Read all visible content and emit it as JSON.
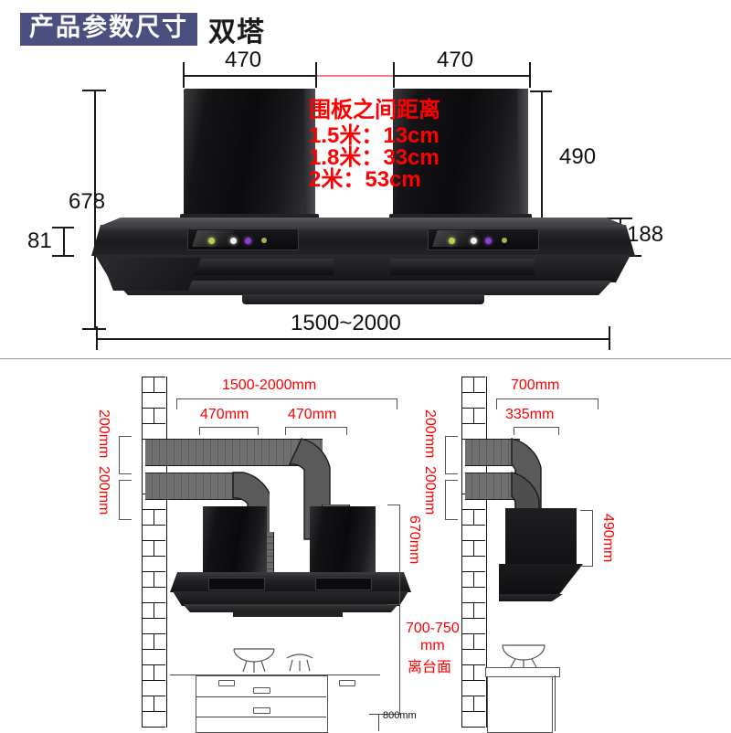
{
  "header": {
    "badge": "产品参数尺寸",
    "subtitle": "双塔"
  },
  "top_view": {
    "note": {
      "title": "围板之间距离",
      "lines": [
        "1.5米：13cm",
        "1.8米：33cm",
        "2米：53cm"
      ]
    },
    "dimensions": {
      "panel_width_left": "470",
      "panel_width_right": "470",
      "total_height": "678",
      "base_height": "81",
      "chimney_height": "490",
      "body_height": "188",
      "overall_width": "1500~2000"
    }
  },
  "bottom_left_view": {
    "dimensions": {
      "overall_width": "1500-2000mm",
      "duct_left": "470mm",
      "duct_right": "470mm",
      "duct_top_gap": "200mm",
      "duct_bottom_gap": "200mm",
      "hood_height": "670mm",
      "mount_height": "700-750",
      "mount_unit": "mm",
      "mount_note": "离台面",
      "counter_height": "800mm"
    }
  },
  "bottom_right_view": {
    "dimensions": {
      "depth_total": "700mm",
      "depth_inner": "335mm",
      "duct_top_gap": "200mm",
      "duct_bottom_gap": "200mm",
      "hood_height": "490mm"
    }
  },
  "colors": {
    "badge_bg": "#4a4f80",
    "annotation_red": "#ff0000",
    "line_black": "#1a1a1a",
    "product_black": "#141416"
  }
}
